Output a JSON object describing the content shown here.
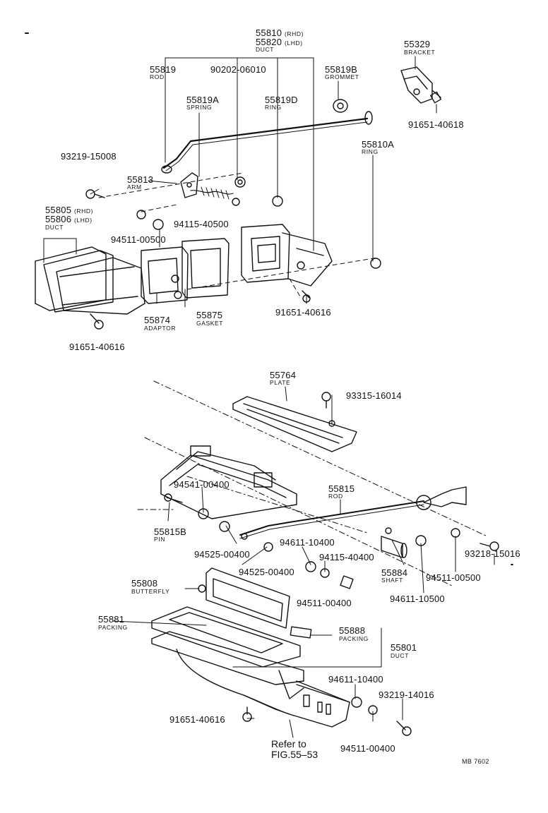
{
  "labels": {
    "p55810": "55810",
    "p55810_note": "(RHD)",
    "p55820": "55820",
    "p55820_note": "(LHD)",
    "p55810_name": "DUCT",
    "p55819": "55819",
    "p55819_name": "ROD",
    "p90202": "90202-06010",
    "p55819b": "55819B",
    "p55819b_name": "GROMMET",
    "p55329": "55329",
    "p55329_name": "BRACKET",
    "p91651_40618": "91651-40618",
    "p55819a": "55819A",
    "p55819a_name": "SPRING",
    "p55819d": "55819D",
    "p55819d_name": "RING",
    "p55810a": "55810A",
    "p55810a_name": "RING",
    "p93219_15008": "93219-15008",
    "p55813": "55813",
    "p55813_name": "ARM",
    "p55805": "55805",
    "p55805_note": "(RHD)",
    "p55806": "55806",
    "p55806_note": "(LHD)",
    "p55805_name": "DUCT",
    "p94115_40500": "94115-40500",
    "p94511_00500a": "94511-00500",
    "p91651_40616a": "91651-40616",
    "p55874": "55874",
    "p55874_name": "ADAPTOR",
    "p55875": "55875",
    "p55875_name": "GASKET",
    "p91651_40616b": "91651-40616",
    "p55764": "55764",
    "p55764_name": "PLATE",
    "p93315_16014": "93315-16014",
    "p94541_00400": "94541-00400",
    "p55815": "55815",
    "p55815_name": "ROD",
    "p55815b": "55815B",
    "p55815b_name": "PIN",
    "p94525_00400a": "94525-00400",
    "p94525_00400b": "94525-00400",
    "p94611_10400a": "94611-10400",
    "p94115_40400": "94115-40400",
    "p55884": "55884",
    "p55884_name": "SHAFT",
    "p94511_00500b": "94511-00500",
    "p93218_15016": "93218-15016",
    "p94611_10500": "94611-10500",
    "p94511_00400a": "94511-00400",
    "p55808": "55808",
    "p55808_name": "BUTTERFLY",
    "p55881": "55881",
    "p55881_name": "PACKING",
    "p55888": "55888",
    "p55888_name": "PACKING",
    "p55801": "55801",
    "p55801_name": "DUCT",
    "p94611_10400b": "94611-10400",
    "p93219_14016": "93219-14016",
    "p91651_40616c": "91651-40616",
    "p94511_00400b": "94511-00400",
    "ref_line1": "Refer to",
    "ref_line2": "FIG.55–53",
    "code": "MB 7602"
  }
}
